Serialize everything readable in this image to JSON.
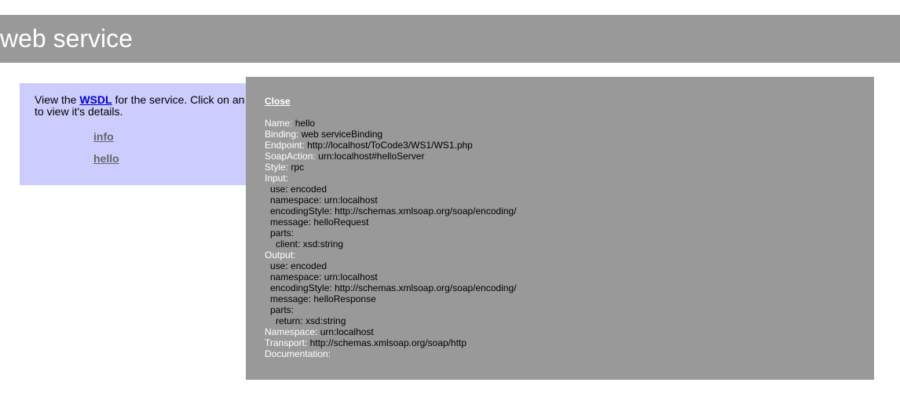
{
  "header": {
    "title": "web service"
  },
  "nav": {
    "intro_prefix": "View the ",
    "wsdl_link": "WSDL",
    "intro_suffix_line1": " for the service. Click on an",
    "intro_line2": "to view it's details.",
    "operations": [
      "info",
      "hello"
    ]
  },
  "popup": {
    "close_label": "Close",
    "name_key": "Name:",
    "name_val": "hello",
    "binding_key": "Binding:",
    "binding_val": "web serviceBinding",
    "endpoint_key": "Endpoint:",
    "endpoint_val": "http://localhost/ToCode3/WS1/WS1.php",
    "soapaction_key": "SoapAction:",
    "soapaction_val": "urn:localhost#helloServer",
    "style_key": "Style:",
    "style_val": "rpc",
    "input_key": "Input:",
    "input": {
      "use_key": "use:",
      "use_val": "encoded",
      "namespace_key": "namespace:",
      "namespace_val": "urn:localhost",
      "encodingstyle_key": "encodingStyle:",
      "encodingstyle_val": "http://schemas.xmlsoap.org/soap/encoding/",
      "message_key": "message:",
      "message_val": "helloRequest",
      "parts_key": "parts:",
      "part_key": "client:",
      "part_val": "xsd:string"
    },
    "output_key": "Output:",
    "output": {
      "use_key": "use:",
      "use_val": "encoded",
      "namespace_key": "namespace:",
      "namespace_val": "urn:localhost",
      "encodingstyle_key": "encodingStyle:",
      "encodingstyle_val": "http://schemas.xmlsoap.org/soap/encoding/",
      "message_key": "message:",
      "message_val": "helloResponse",
      "parts_key": "parts:",
      "part_key": "return:",
      "part_val": "xsd:string"
    },
    "namespace_key": "Namespace:",
    "namespace_val": "urn:localhost",
    "transport_key": "Transport:",
    "transport_val": "http://schemas.xmlsoap.org/soap/http",
    "documentation_key": "Documentation:"
  },
  "colors": {
    "header_bg": "#999999",
    "nav_bg": "#ccccff",
    "popup_bg": "#999999",
    "link": "#0000cc"
  }
}
